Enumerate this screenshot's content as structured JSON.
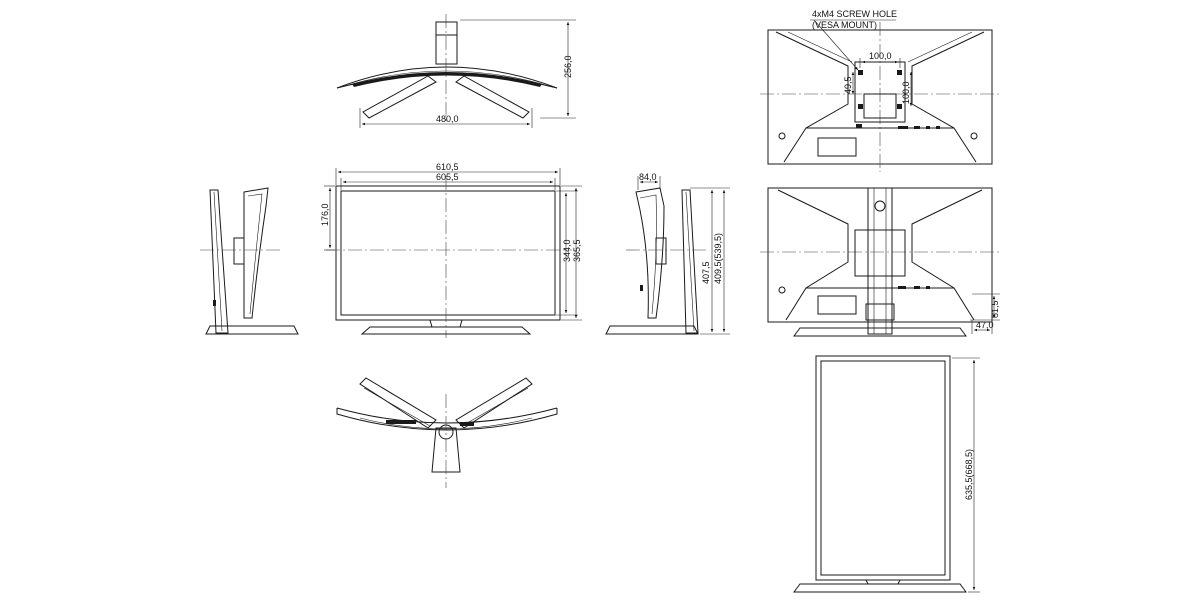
{
  "dimensions": {
    "top_depth": "256,0",
    "stand_width": "480,0",
    "overall_width": "610,5",
    "screen_width": "605,5",
    "screen_offset": "176,0",
    "screen_height": "344,0",
    "bezel_height": "365,5",
    "stand_depth": "84,0",
    "height_min": "407,5",
    "height_range": "409,5(539,5)",
    "vesa_horizontal": "100,0",
    "vesa_vertical": "100,0",
    "vesa_offset": "49,5",
    "foot_height": "81,5",
    "foot_offset": "47,0",
    "portrait_height": "635,5(668,5)"
  },
  "notes": {
    "screw_hole_line1": "4xM4 SCREW HOLE",
    "screw_hole_line2": "(VESA MOUNT)"
  }
}
